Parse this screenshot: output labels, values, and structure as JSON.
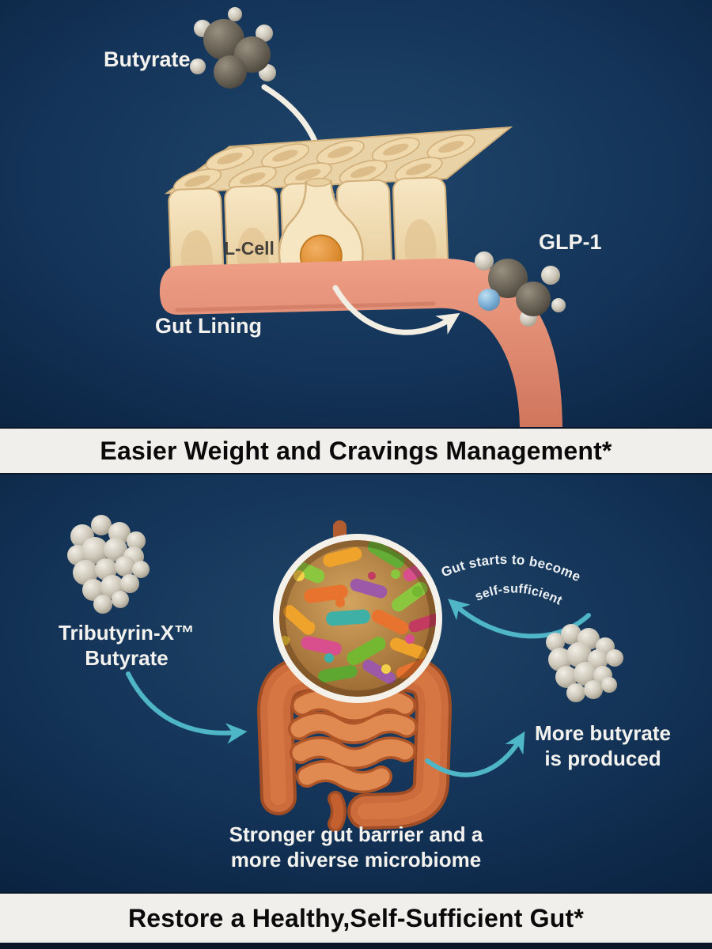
{
  "top_panel": {
    "butyrate_label": "Butyrate",
    "lcell_label": "L-Cell",
    "gut_lining_label": "Gut Lining",
    "glp1_label": "GLP-1"
  },
  "banner_weight": {
    "text": "Easier Weight and Cravings Management*"
  },
  "cycle_panel": {
    "tributyrin_line1": "Tributyrin-X™",
    "tributyrin_line2": "Butyrate",
    "curved_line1": "Gut starts to become",
    "curved_line2": "self-sufficient",
    "more_line1": "More butyrate",
    "more_line2": "is produced",
    "barrier_line1": "Stronger gut barrier and a",
    "barrier_line2": "more diverse microbiome"
  },
  "banner_restore": {
    "text": "Restore a Healthy,Self-Sufficient Gut*"
  },
  "colors": {
    "background_navy": "#14365c",
    "arrow_teal": "#4fb6c7",
    "arrow_white": "#f3eee3",
    "banner_bg": "#f0efec",
    "banner_text": "#0a0a0a",
    "cell_tan": "#efdcb4",
    "lining_pink": "#e18f75",
    "lcell_orange": "#e2953f",
    "glp1_blue": "#7cb0d6"
  }
}
